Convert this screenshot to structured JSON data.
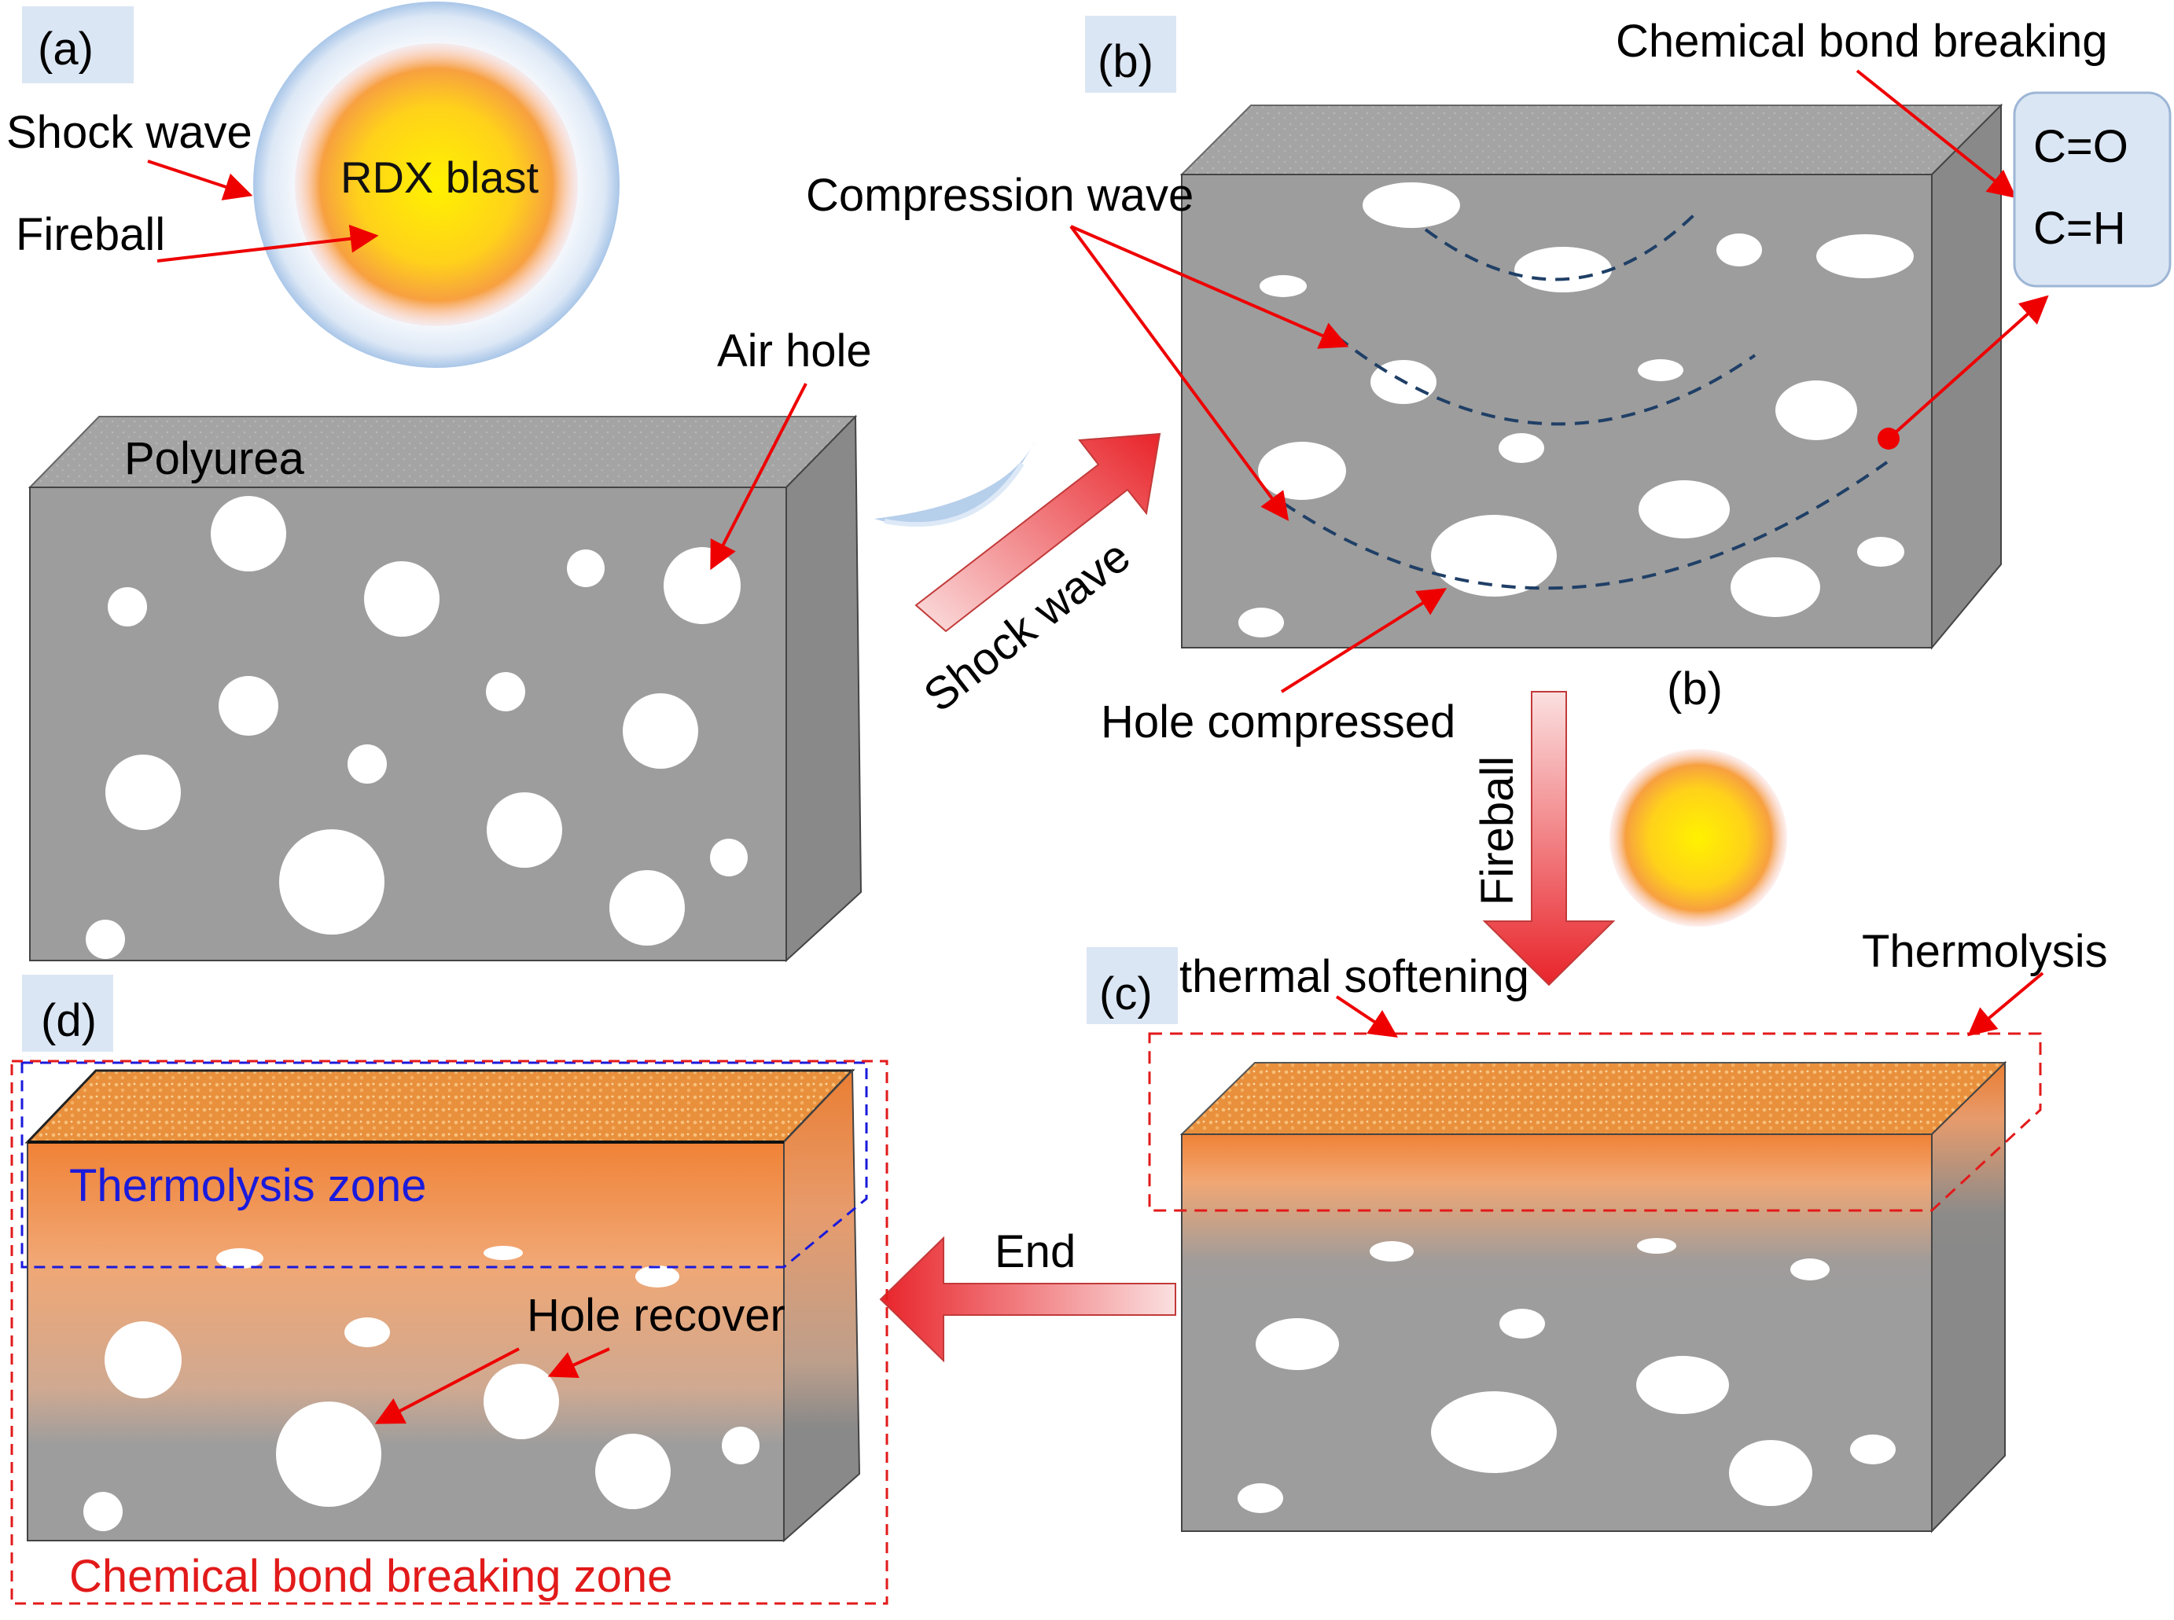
{
  "panels": {
    "a": {
      "tag": "(a)",
      "labels": {
        "shock_wave": "Shock wave",
        "fireball": "Fireball",
        "rdx_blast": "RDX blast",
        "air_hole": "Air hole",
        "polyurea": "Polyurea"
      }
    },
    "b": {
      "tag": "(b)",
      "caption": "(b)",
      "labels": {
        "chemical_bond_breaking": "Chemical bond breaking",
        "compression_wave": "Compression wave",
        "hole_compressed": "Hole compressed"
      },
      "bonds": [
        "C=O",
        "C=H"
      ]
    },
    "c": {
      "tag": "(c)",
      "labels": {
        "thermal_softening": "thermal softening",
        "thermolysis": "Thermolysis"
      }
    },
    "d": {
      "tag": "(d)",
      "labels": {
        "thermolysis_zone": "Thermolysis zone",
        "hole_recover": "Hole recover",
        "chemical_bond_breaking_zone": "Chemical bond breaking zone"
      }
    }
  },
  "transitions": {
    "shock_wave": "Shock wave",
    "fireball": "Fireball",
    "end": "End"
  },
  "colors": {
    "block_front": "#9d9d9d",
    "block_side": "#898989",
    "block_top": "#a3a3a3",
    "fire_core": "#ffe21a",
    "fire_edge": "#f7a23a",
    "heat_top": "#f08a3a",
    "callout_arrow": "#ee0000",
    "wave_dash": "#1f3f66",
    "tag_bg": "#dbe6f4",
    "blue_zone": "#1a1adc",
    "red_zone": "#e21a1a"
  }
}
